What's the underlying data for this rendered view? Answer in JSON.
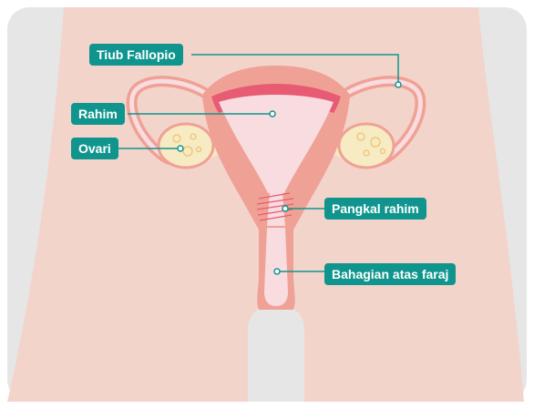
{
  "colors": {
    "background_panel": "#e6e6e6",
    "body_skin": "#f3d4cb",
    "uterus_outer": "#f0a195",
    "uterus_inner": "#f8dce0",
    "uterus_band": "#e75b73",
    "ovary": "#f6ebc2",
    "vagina_opening": "#e6e6e6",
    "label_bg": "#0f958e",
    "label_text": "#ffffff",
    "leader_line": "#0f958e"
  },
  "labels": {
    "fallopian_tube": "Tiub Fallopio",
    "uterus": "Rahim",
    "ovary": "Ovari",
    "cervix": "Pangkal rahim",
    "upper_vagina": "Bahagian atas faraj"
  }
}
